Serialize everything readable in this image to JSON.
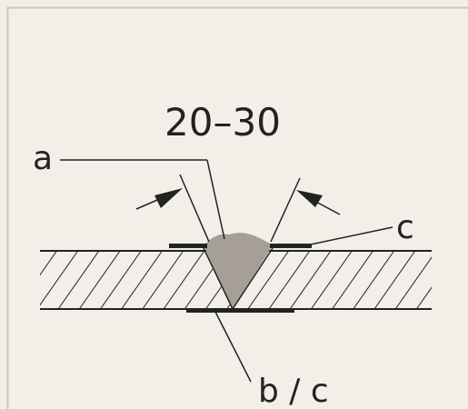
{
  "diagram": {
    "dimension_label": "20–30",
    "labels": {
      "a": "a",
      "c": "c",
      "bc": "b / c"
    },
    "colors": {
      "background": "#f2efe9",
      "frame": "#c9c6c0",
      "ink": "#222222",
      "weld_fill": "#a59f97",
      "plate_fill": "#f2efe9"
    }
  }
}
